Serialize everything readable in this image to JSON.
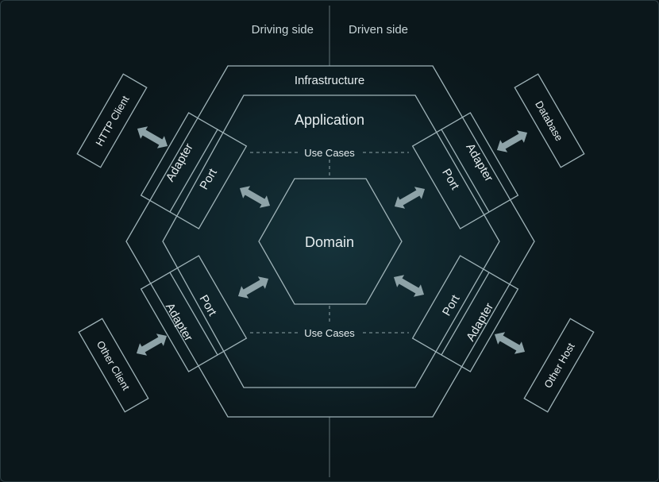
{
  "header": {
    "driving_label": "Driving side",
    "driven_label": "Driven side"
  },
  "layers": {
    "infrastructure": "Infrastructure",
    "application": "Application",
    "domain": "Domain",
    "use_cases_top": "Use Cases",
    "use_cases_bottom": "Use Cases"
  },
  "ports": {
    "top_left": {
      "adapter": "Adapter",
      "port": "Port"
    },
    "top_right": {
      "adapter": "Adapter",
      "port": "Port"
    },
    "bottom_left": {
      "adapter": "Adapter",
      "port": "Port"
    },
    "bottom_right": {
      "adapter": "Adapter",
      "port": "Port"
    }
  },
  "actors": {
    "http_client": "HTTP Client",
    "other_client": "Other Client",
    "database": "Database",
    "other_host": "Other Host"
  },
  "colors": {
    "background": "#0b171b",
    "hex_fill": "#123039",
    "domain_fill": "#0c1b1f",
    "line": "#9fb3b8",
    "arrow": "#8ea3a8"
  }
}
